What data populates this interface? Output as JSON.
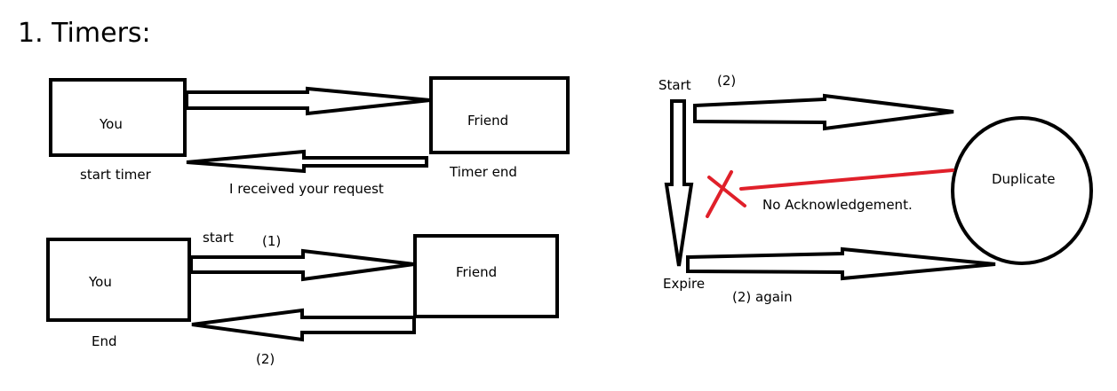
{
  "title": "1. Timers:",
  "panel_top_left": {
    "you_label": "You",
    "friend_label": "Friend",
    "start_timer_label": "start timer",
    "timer_end_label": "Timer end",
    "reply_label": "I received your request"
  },
  "panel_bottom_left": {
    "you_label": "You",
    "friend_label": "Friend",
    "start_label": "start",
    "step1_label": "(1)",
    "end_label": "End",
    "step2_label": "(2)"
  },
  "panel_right": {
    "start_label": "Start",
    "step2_label": "(2)",
    "duplicate_label": "Duplicate",
    "no_ack_label": "No Acknowledgement.",
    "expire_label": "Expire",
    "again_label": "(2) again"
  },
  "colors": {
    "stroke": "#000000",
    "failure": "#e0202a",
    "background": "#ffffff"
  }
}
